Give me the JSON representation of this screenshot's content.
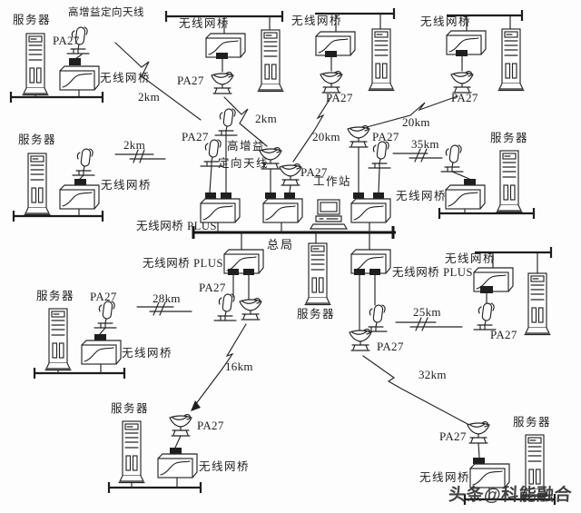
{
  "diagram": {
    "strings": {
      "server": "服务器",
      "bridge": "无线网桥",
      "bridge_plus": "无线网桥 PLUS",
      "pa27": "PA27",
      "hq": "总局",
      "workstation": "工作站",
      "high_gain_directional": "高增益定向天线",
      "high_gain": "高增益",
      "directional": "定向天线"
    },
    "links": {
      "top_left": "2km",
      "top_mid1": "2km",
      "top_mid2": "20km",
      "top_right": "20km",
      "mid_left": "2km",
      "mid_right": "35km",
      "bottom_left": "28km",
      "bottom_mid": "16km",
      "right": "25km",
      "bottom_right": "32km"
    },
    "watermark": "头条@科能融合",
    "colors": {
      "ink": "#242424",
      "background": "#fdfdfd",
      "watermark": "#333333"
    }
  }
}
